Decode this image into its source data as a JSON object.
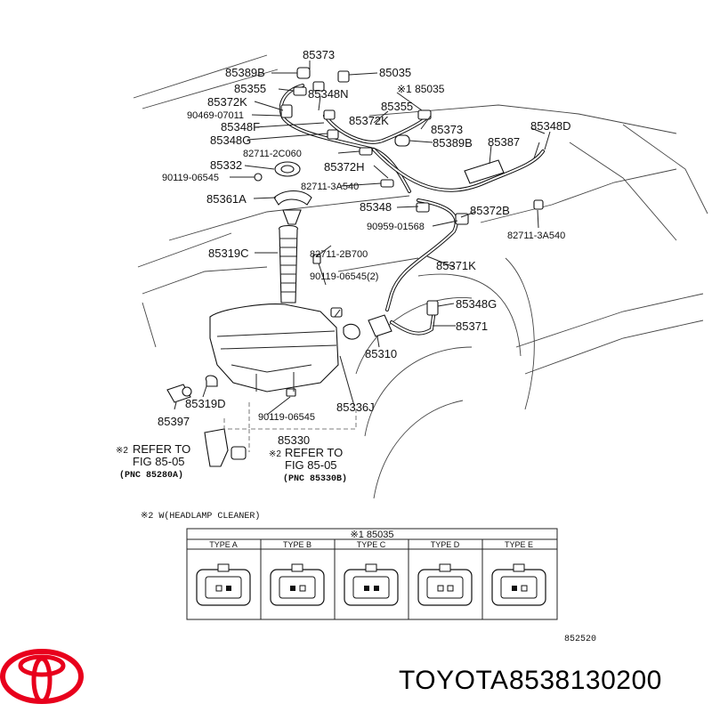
{
  "parts": [
    {
      "id": "85373_top",
      "text": "85373"
    },
    {
      "id": "85389B_top",
      "text": "85389B"
    },
    {
      "id": "85035_top",
      "text": "85035"
    },
    {
      "id": "85355_top",
      "text": "85355"
    },
    {
      "id": "85035_mark",
      "text": "※1 85035"
    },
    {
      "id": "85372K_left",
      "text": "85372K"
    },
    {
      "id": "85348N",
      "text": "85348N"
    },
    {
      "id": "90469-07011",
      "text": "90469-07011"
    },
    {
      "id": "85355_mid",
      "text": "85355"
    },
    {
      "id": "85348F",
      "text": "85348F"
    },
    {
      "id": "85372K_mid",
      "text": "85372K"
    },
    {
      "id": "85373_mid",
      "text": "85373"
    },
    {
      "id": "85348D",
      "text": "85348D"
    },
    {
      "id": "85348G_top",
      "text": "85348G"
    },
    {
      "id": "85389B_mid",
      "text": "85389B"
    },
    {
      "id": "85387",
      "text": "85387"
    },
    {
      "id": "82711-2C060",
      "text": "82711-2C060"
    },
    {
      "id": "85332",
      "text": "85332"
    },
    {
      "id": "85372H",
      "text": "85372H"
    },
    {
      "id": "90119-06545_top",
      "text": "90119-06545"
    },
    {
      "id": "82711-3A540_mid",
      "text": "82711-3A540"
    },
    {
      "id": "85361A",
      "text": "85361A"
    },
    {
      "id": "85348_mid",
      "text": "85348"
    },
    {
      "id": "85372B",
      "text": "85372B"
    },
    {
      "id": "90959-01568",
      "text": "90959-01568"
    },
    {
      "id": "82711-3A540_right",
      "text": "82711-3A540"
    },
    {
      "id": "85319C",
      "text": "85319C"
    },
    {
      "id": "82711-2B700",
      "text": "82711-2B700"
    },
    {
      "id": "85371K",
      "text": "85371K"
    },
    {
      "id": "90119-06545_2",
      "text": "90119-06545(2)"
    },
    {
      "id": "85348G_bot",
      "text": "85348G"
    },
    {
      "id": "85371",
      "text": "85371"
    },
    {
      "id": "85310",
      "text": "85310"
    },
    {
      "id": "85319D",
      "text": "85319D"
    },
    {
      "id": "85397",
      "text": "85397"
    },
    {
      "id": "90119-06545_bot",
      "text": "90119-06545"
    },
    {
      "id": "85336J",
      "text": "85336J"
    },
    {
      "id": "85330",
      "text": "85330"
    }
  ],
  "refer_left": {
    "mark": "※2",
    "line1": "REFER TO",
    "line2": "FIG 85-05",
    "pnc": "(PNC 85280A)"
  },
  "refer_right": {
    "mark": "※2",
    "line1": "REFER TO",
    "line2": "FIG 85-05",
    "pnc": "(PNC 85330B)"
  },
  "footnote": "※2  W(HEADLAMP CLEANER)",
  "type_table": {
    "header": "※1 85035",
    "types": [
      "TYPE A",
      "TYPE B",
      "TYPE C",
      "TYPE D",
      "TYPE E"
    ]
  },
  "drawing_number": "852520",
  "brand": {
    "name": "TOYOTA",
    "part_number": "8538130200",
    "logo_color": "#e8001c"
  }
}
